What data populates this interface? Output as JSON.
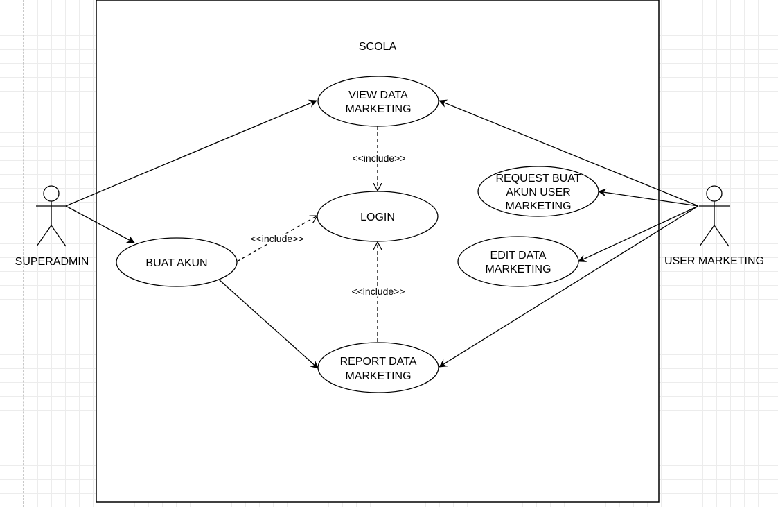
{
  "diagram": {
    "system": {
      "title": "SCOLA"
    },
    "actors": {
      "superadmin": {
        "label": "SUPERADMIN"
      },
      "user_marketing": {
        "label": "USER MARKETING"
      }
    },
    "usecases": {
      "view_data_marketing": {
        "line1": "VIEW DATA",
        "line2": "MARKETING"
      },
      "login": {
        "line1": "LOGIN"
      },
      "buat_akun": {
        "line1": "BUAT AKUN"
      },
      "report_data_marketing": {
        "line1": "REPORT DATA",
        "line2": "MARKETING"
      },
      "request_buat_akun_user_marketing": {
        "line1": "REQUEST BUAT",
        "line2": "AKUN USER",
        "line3": "MARKETING"
      },
      "edit_data_marketing": {
        "line1": "EDIT DATA",
        "line2": "MARKETING"
      }
    },
    "relations": {
      "include_view_login": "<<include>>",
      "include_buat_login": "<<include>>",
      "include_report_login": "<<include>>"
    },
    "colors": {
      "stroke": "#000000",
      "background": "#ffffff",
      "grid": "#e6e6e6"
    }
  }
}
